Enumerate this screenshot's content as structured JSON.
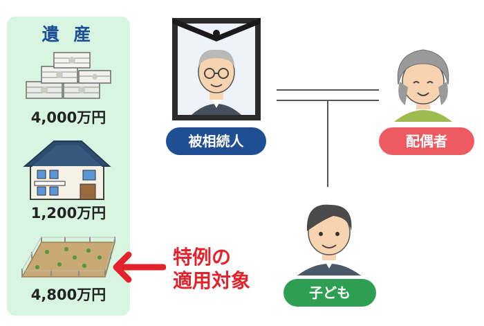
{
  "estate": {
    "title": "遺 産",
    "items": [
      {
        "icon": "cash-icon",
        "amount": "4,000万円"
      },
      {
        "icon": "house-icon",
        "amount": "1,200万円"
      },
      {
        "icon": "land-icon",
        "amount": "4,800万円"
      }
    ]
  },
  "people": {
    "deceased": {
      "label": "被相続人",
      "color": "#1f4e94"
    },
    "spouse": {
      "label": "配偶者",
      "color": "#ee5a62"
    },
    "child": {
      "label": "子ども",
      "color": "#2e9e52"
    }
  },
  "annotation": {
    "line1": "特例の",
    "line2": "適用対象",
    "color": "#e3232b"
  }
}
